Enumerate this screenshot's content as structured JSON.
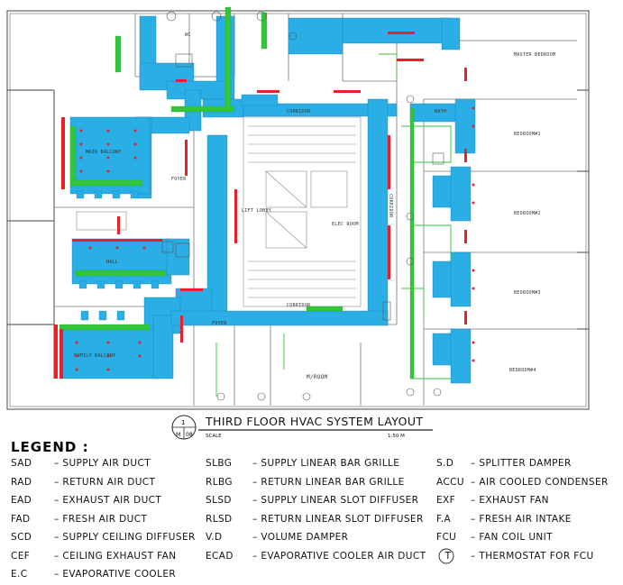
{
  "title": {
    "number": "1",
    "sheet_prefix": "M",
    "sheet": "08",
    "main": "THIRD FLOOR HVAC SYSTEM LAYOUT",
    "scale_label": "SCALE",
    "scale_value": "1:50 M"
  },
  "rooms": {
    "wc": "WC",
    "master_bedroom": "MASTER BEDROOM",
    "corridor_top": "CORRIDOR",
    "bath": "BATH",
    "bedroom_1": "BEDROOM#1",
    "main_balcony": "MAIN BALCONY",
    "foyer_left": "FOYER",
    "lift_lobby": "LIFT LOBBY",
    "elec_room": "ELEC ROOM",
    "corridor_right": "CORRIDOR",
    "bedroom_2": "BEDROOM#2",
    "hall": "HALL",
    "bedroom_3": "BEDROOM#3",
    "corridor_bottom": "CORRIDOR",
    "foyer_bottom": "FOYER",
    "bedroom_4": "BEDROOM#4",
    "family_balcony": "FAMILY BALCONY",
    "m_room": "M/ROOM"
  },
  "legend": {
    "heading": "LEGEND :",
    "col1": [
      {
        "abbr": "SAD",
        "desc": "– SUPPLY AIR DUCT"
      },
      {
        "abbr": "RAD",
        "desc": "– RETURN AIR DUCT"
      },
      {
        "abbr": "EAD",
        "desc": "– EXHAUST AIR DUCT"
      },
      {
        "abbr": "FAD",
        "desc": "– FRESH AIR DUCT"
      },
      {
        "abbr": "SCD",
        "desc": "– SUPPLY CEILING DIFFUSER"
      },
      {
        "abbr": "CEF",
        "desc": "– CEILING EXHAUST FAN"
      },
      {
        "abbr": "E.C",
        "desc": "– EVAPORATIVE COOLER"
      }
    ],
    "col2": [
      {
        "abbr": "SLBG",
        "desc": "– SUPPLY LINEAR BAR GRILLE"
      },
      {
        "abbr": "RLBG",
        "desc": "– RETURN LINEAR BAR GRILLE"
      },
      {
        "abbr": "SLSD",
        "desc": "– SUPPLY LINEAR SLOT DIFFUSER"
      },
      {
        "abbr": "RLSD",
        "desc": "– RETURN LINEAR SLOT DIFFUSER"
      },
      {
        "abbr": "V.D",
        "desc": "– VOLUME DAMPER"
      },
      {
        "abbr": "ECAD",
        "desc": "– EVAPORATIVE COOLER AIR DUCT"
      }
    ],
    "col3": [
      {
        "abbr": "S.D",
        "desc": "– SPLITTER DAMPER"
      },
      {
        "abbr": "ACCU",
        "desc": "– AIR COOLED CONDENSER"
      },
      {
        "abbr": "EXF",
        "desc": "– EXHAUST FAN"
      },
      {
        "abbr": "F.A",
        "desc": "– FRESH AIR INTAKE"
      },
      {
        "abbr": "FCU",
        "desc": "– FAN COIL UNIT"
      },
      {
        "abbr": "T",
        "desc": "– THERMOSTAT FOR FCU"
      }
    ]
  },
  "colors": {
    "supply_duct": "#29aee6",
    "return_grille": "#e8202a",
    "fresh_air": "#34c63a",
    "walls": "#555555"
  }
}
